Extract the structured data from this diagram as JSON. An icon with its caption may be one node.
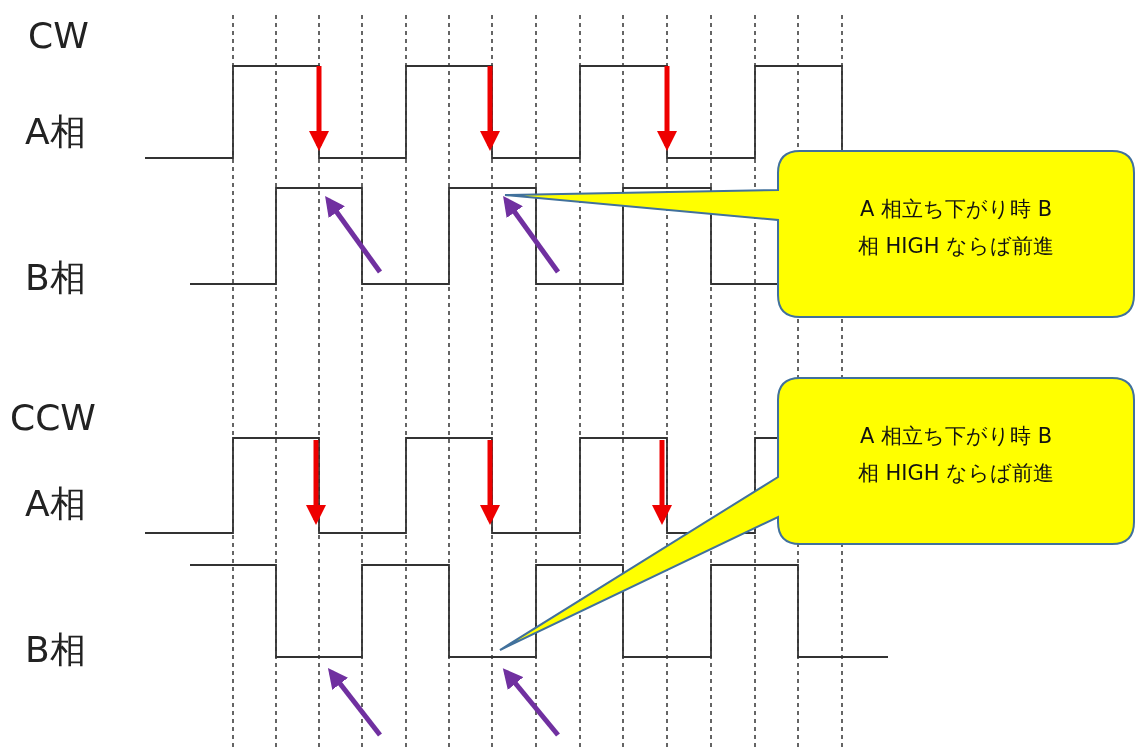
{
  "diagram": {
    "nodes": [
      {
        "text": [
          "A 相立ち下がり時 B 相 HIGH ならば前進"
        ]
      },
      {
        "text": [
          "A 相立ち下がり時 B 相 HIGH ならば前進"
        ]
      }
    ],
    "labels": [
      "CW",
      "A相",
      "B相",
      "CCW",
      "A相",
      "B相"
    ]
  }
}
